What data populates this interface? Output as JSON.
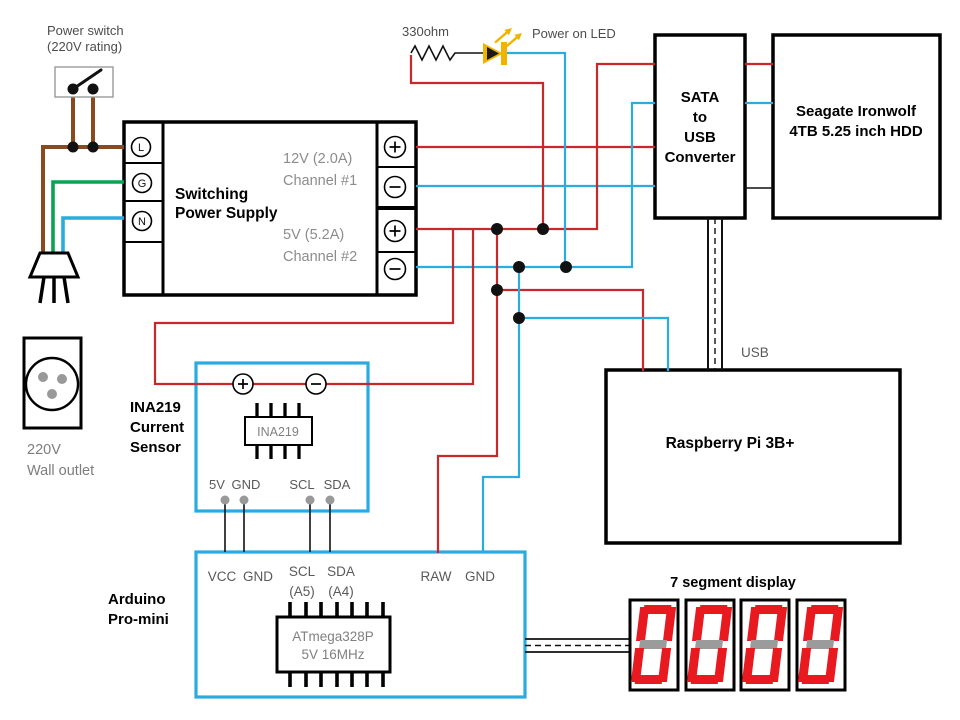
{
  "diagram": {
    "colors": {
      "wire_red": "#c8272c",
      "wire_cyan": "#2bacdf",
      "wire_brown": "#8a4a20",
      "wire_green": "#0aa353",
      "box_cyan": "#29abe2",
      "led_yellow": "#f2b200",
      "seg_red": "#e8191f",
      "seg_off_gray": "#9b9b9b",
      "pin_gray": "#999999"
    },
    "power_switch": {
      "label_line1": "Power switch",
      "label_line2": "(220V rating)"
    },
    "wall_outlet": {
      "label_line1": "220V",
      "label_line2": "Wall outlet"
    },
    "led_circuit": {
      "resistor_label": "330ohm",
      "led_label": "Power on LED"
    },
    "psu": {
      "name_line1": "Switching",
      "name_line2": "Power Supply",
      "ch1_line1": "12V (2.0A)",
      "ch1_line2": "Channel #1",
      "ch2_line1": "5V (5.2A)",
      "ch2_line2": "Channel #2",
      "terminal_l": "L",
      "terminal_g": "G",
      "terminal_n": "N"
    },
    "sata_converter": {
      "line1": "SATA",
      "line2": "to",
      "line3": "USB",
      "line4": "Converter"
    },
    "hdd": {
      "line1": "Seagate Ironwolf",
      "line2": "4TB 5.25 inch HDD"
    },
    "raspberry_pi": {
      "name": "Raspberry Pi 3B+"
    },
    "usb_cable": {
      "label": "USB"
    },
    "ina219": {
      "label_line1": "INA219",
      "label_line2": "Current",
      "label_line3": "Sensor",
      "chip": "INA219",
      "pin_5v": "5V",
      "pin_gnd": "GND",
      "pin_scl": "SCL",
      "pin_sda": "SDA"
    },
    "arduino": {
      "label_line1": "Arduino",
      "label_line2": "Pro-mini",
      "pin_vcc": "VCC",
      "pin_gnd": "GND",
      "pin_scl": "SCL",
      "pin_scl_alt": "(A5)",
      "pin_sda": "SDA",
      "pin_sda_alt": "(A4)",
      "pin_raw": "RAW",
      "pin_gnd2": "GND",
      "chip_line1": "ATmega328P",
      "chip_line2": "5V 16MHz"
    },
    "seven_segment": {
      "label": "7 segment display",
      "digits": [
        "0",
        "0",
        "0",
        "0"
      ]
    }
  }
}
